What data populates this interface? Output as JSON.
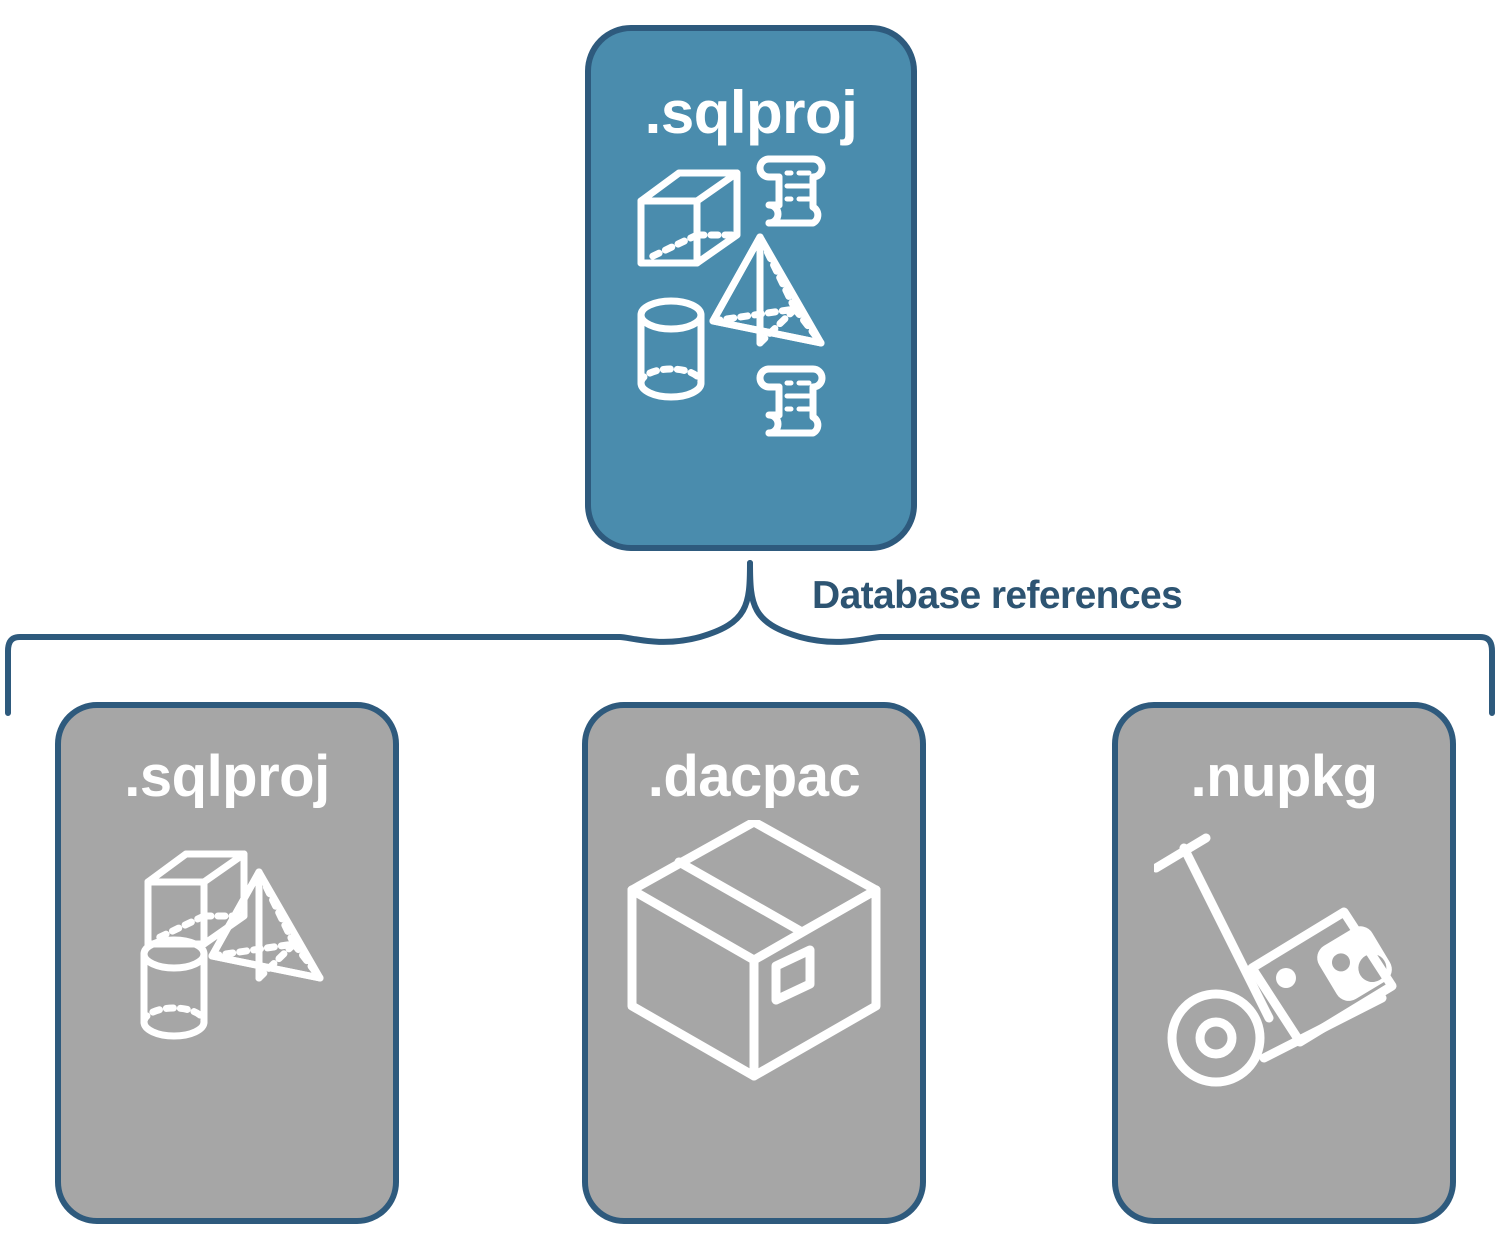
{
  "diagram": {
    "title_text": ".sqlproj",
    "connector_label": "Database references",
    "colors": {
      "root_fill": "#4a8cad",
      "reference_fill": "#a6a6a6",
      "border": "#2e5a7d",
      "label_text": "#2d5472",
      "icon_stroke": "#ffffff"
    }
  },
  "root_node": {
    "label": ".sqlproj",
    "icons": [
      "cube-wireframe-icon",
      "pyramid-wireframe-icon",
      "cylinder-wireframe-icon",
      "script-scroll-icon",
      "script-scroll-icon"
    ]
  },
  "connector": {
    "label": "Database references",
    "type": "curly-brace-up"
  },
  "reference_nodes": [
    {
      "label": ".sqlproj",
      "icons": [
        "cube-wireframe-icon",
        "pyramid-wireframe-icon",
        "cylinder-wireframe-icon"
      ]
    },
    {
      "label": ".dacpac",
      "icons": [
        "cardboard-box-icon"
      ]
    },
    {
      "label": ".nupkg",
      "icons": [
        "hand-truck-icon",
        "nuget-package-icon"
      ]
    }
  ]
}
